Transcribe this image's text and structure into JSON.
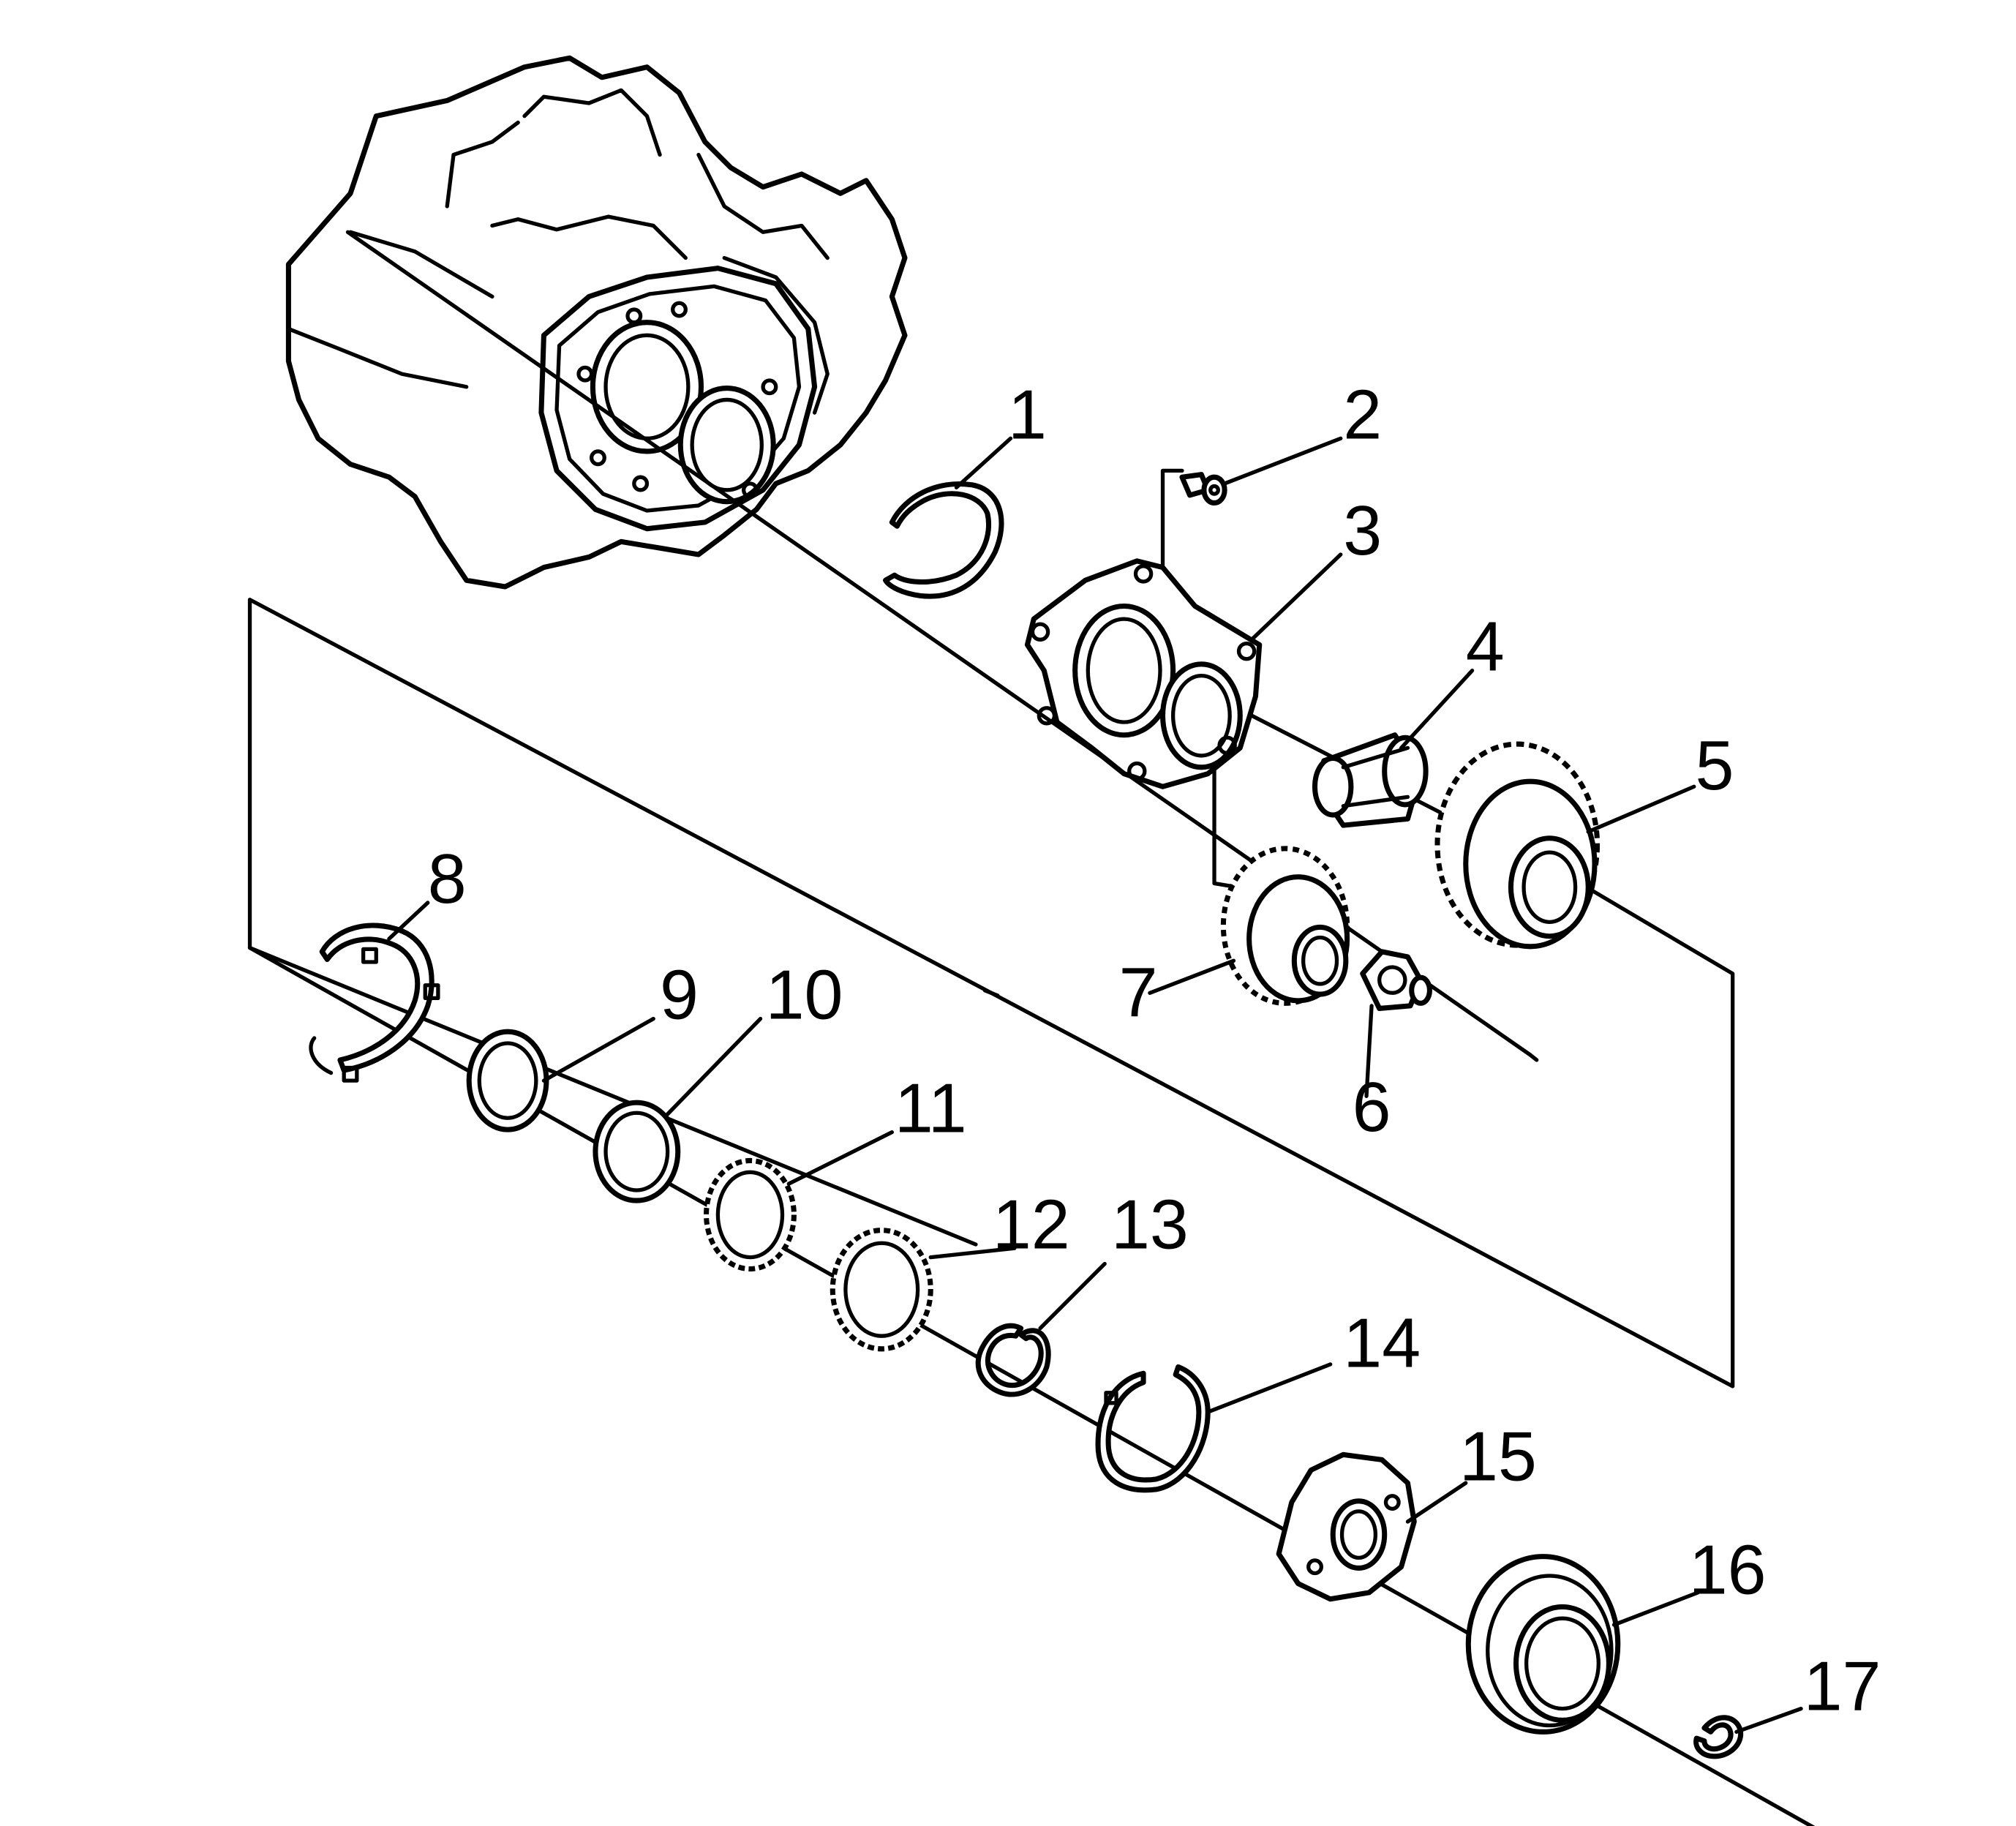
{
  "figure": {
    "callouts": [
      {
        "id": "callout-1",
        "label": "1"
      },
      {
        "id": "callout-2",
        "label": "2"
      },
      {
        "id": "callout-3",
        "label": "3"
      },
      {
        "id": "callout-4",
        "label": "4"
      },
      {
        "id": "callout-5",
        "label": "5"
      },
      {
        "id": "callout-6",
        "label": "6"
      },
      {
        "id": "callout-7",
        "label": "7"
      },
      {
        "id": "callout-8",
        "label": "8"
      },
      {
        "id": "callout-9",
        "label": "9"
      },
      {
        "id": "callout-10",
        "label": "10"
      },
      {
        "id": "callout-11",
        "label": "11"
      },
      {
        "id": "callout-12",
        "label": "12"
      },
      {
        "id": "callout-13",
        "label": "13"
      },
      {
        "id": "callout-14",
        "label": "14"
      },
      {
        "id": "callout-15",
        "label": "15"
      },
      {
        "id": "callout-16",
        "label": "16"
      },
      {
        "id": "callout-17",
        "label": "17"
      }
    ]
  }
}
